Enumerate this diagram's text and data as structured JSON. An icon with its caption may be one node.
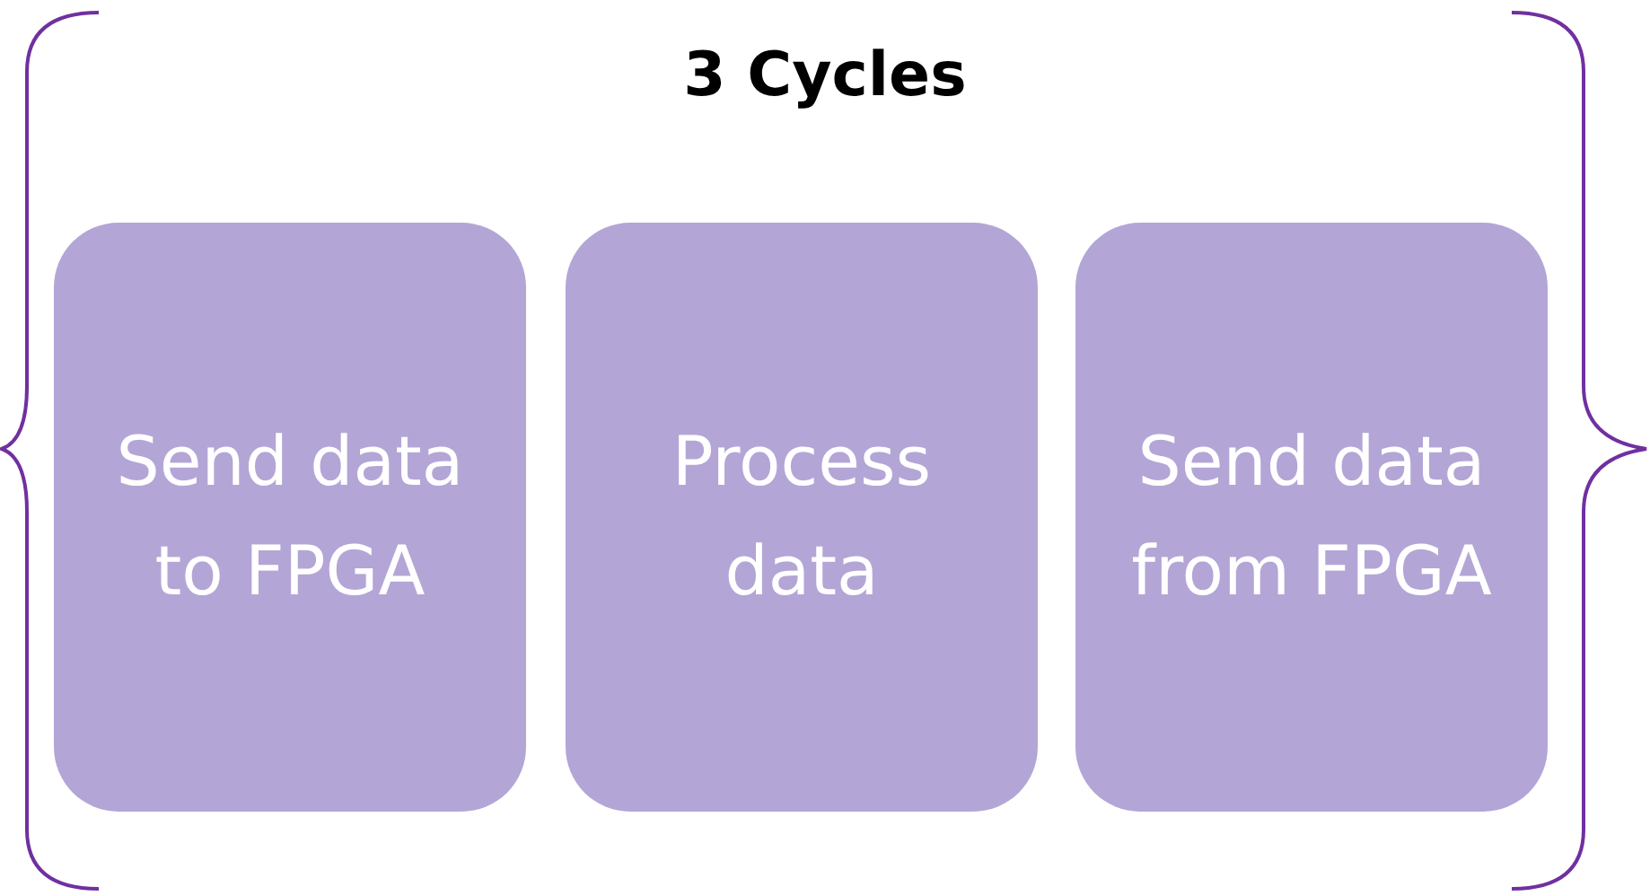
{
  "diagram": {
    "title": "3 Cycles",
    "nodes": [
      {
        "text": [
          "Send data to FPGA"
        ]
      },
      {
        "text": [
          "Process data"
        ]
      },
      {
        "text": [
          "Send data from FPGA"
        ]
      }
    ]
  }
}
